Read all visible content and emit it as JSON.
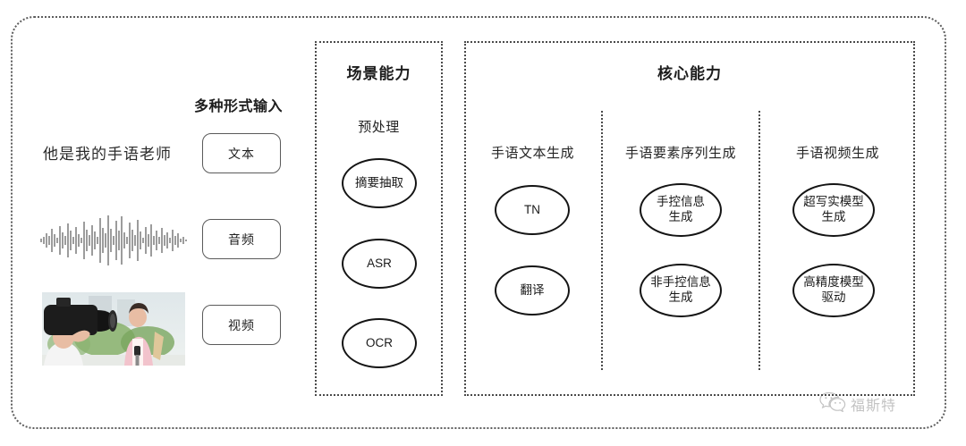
{
  "input_section": {
    "title": "多种形式输入",
    "sample_sentence": "他是我的手语老师",
    "modalities": [
      {
        "label": "文本",
        "icon": "text-sample-icon"
      },
      {
        "label": "音频",
        "icon": "audio-waveform-icon"
      },
      {
        "label": "视频",
        "icon": "video-thumbnail-icon"
      }
    ]
  },
  "scene_section": {
    "title": "场景能力",
    "subtitle": "预处理",
    "nodes": [
      {
        "label": "摘要抽取"
      },
      {
        "label": "ASR"
      },
      {
        "label": "OCR"
      }
    ]
  },
  "core_section": {
    "title": "核心能力",
    "columns": [
      {
        "header": "手语文本生成",
        "nodes": [
          {
            "label": "TN"
          },
          {
            "label": "翻译"
          }
        ]
      },
      {
        "header": "手语要素序列生成",
        "nodes": [
          {
            "label": "手控信息\n生成"
          },
          {
            "label": "非手控信息\n生成"
          }
        ]
      },
      {
        "header": "手语视频生成",
        "nodes": [
          {
            "label": "超写实模型\n生成"
          },
          {
            "label": "高精度模型\n驱动"
          }
        ]
      }
    ]
  },
  "watermark": {
    "icon": "wechat-logo-icon",
    "text": "福斯特"
  },
  "colors": {
    "frame_border": "#5d5d5d",
    "dashed_border": "#4a4a4a",
    "node_border": "#141414",
    "button_border": "#5a5a5a",
    "text": "#1d1d1d",
    "background": "#ffffff"
  }
}
